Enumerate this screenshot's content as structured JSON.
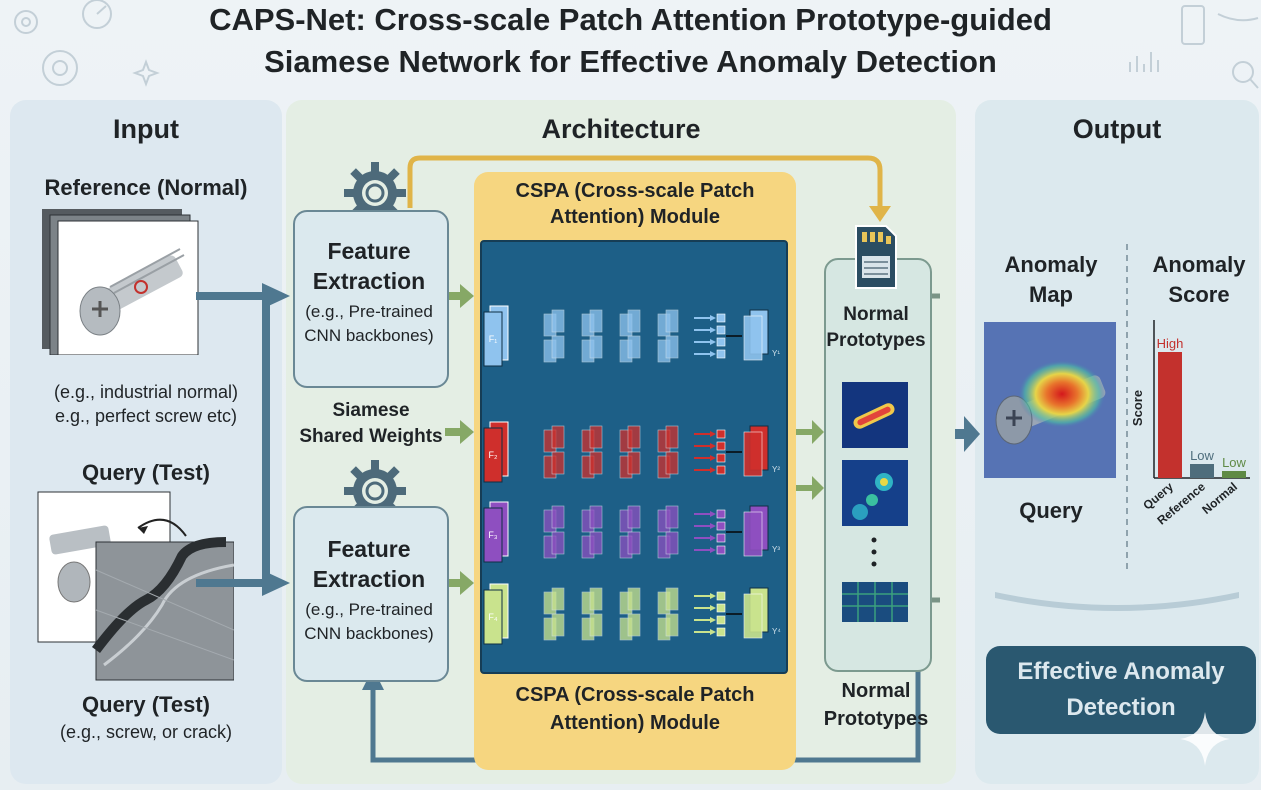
{
  "title": {
    "line1": "CAPS-Net: Cross-scale Patch Attention Prototype-guided",
    "line2": "Siamese Network for Effective Anomaly Detection"
  },
  "input": {
    "heading": "Input",
    "reference_label": "Reference (Normal)",
    "reference_caption_1": "(e.g., industrial normal)",
    "reference_caption_2": "e.g., perfect screw etc)",
    "query_label_top": "Query (Test)",
    "query_label_bottom": "Query (Test)",
    "query_caption": "(e.g., screw, or crack)"
  },
  "architecture": {
    "heading": "Architecture",
    "fe_top": {
      "title_1": "Feature",
      "title_2": "Extraction",
      "caption_1": "(e.g., Pre-trained",
      "caption_2": "CNN backbones)"
    },
    "fe_bottom": {
      "title_1": "Feature",
      "title_2": "Extraction",
      "caption_1": "(e.g., Pre-trained",
      "caption_2": "CNN backbones)"
    },
    "siamese_1": "Siamese",
    "siamese_2": "Shared Weights",
    "cspa_top_1": "CSPA (Cross-scale Patch",
    "cspa_top_2": "Attention) Module",
    "cspa_bottom_1": "CSPA (Cross-scale Patch",
    "cspa_bottom_2": "Attention) Module",
    "prototypes_1": "Normal",
    "prototypes_2": "Prototypes",
    "prototypes_bottom_1": "Normal",
    "prototypes_bottom_2": "Prototypes",
    "rows": [
      {
        "f_label": "F₁",
        "color": "#8fc3ee",
        "y_label": "Y¹"
      },
      {
        "f_label": "F₂",
        "color": "#cf2f2c",
        "y_label": "Y²"
      },
      {
        "f_label": "F₃",
        "color": "#8e4fc0",
        "y_label": "Y³"
      },
      {
        "f_label": "F₄",
        "color": "#c9e38d",
        "y_label": "Y⁴"
      }
    ]
  },
  "output": {
    "heading": "Output",
    "map_title_1": "Anomaly",
    "map_title_2": "Map",
    "map_caption": "Query",
    "score_title_1": "Anomaly",
    "score_title_2": "Score",
    "detection_1": "Effective Anomaly",
    "detection_2": "Detection"
  },
  "chart_data": {
    "type": "bar",
    "title": "",
    "ylabel": "Score",
    "categories": [
      "Query",
      "Reference",
      "Normal"
    ],
    "values": [
      0.9,
      0.1,
      0.05
    ],
    "labels": [
      "High",
      "Low",
      "Low"
    ],
    "colors": [
      "#c3312d",
      "#4e6d7c",
      "#5f8a45"
    ]
  }
}
